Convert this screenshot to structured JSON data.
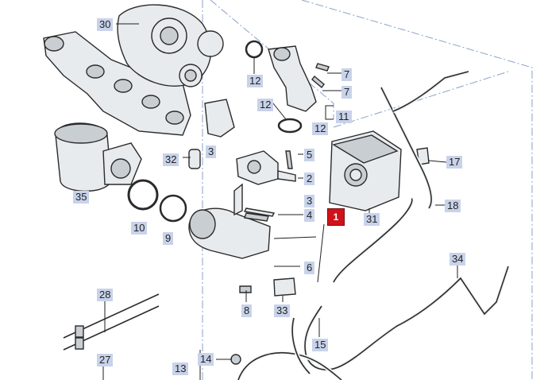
{
  "callouts": {
    "c30": "30",
    "c12a": "12",
    "c7a": "7",
    "c7b": "7",
    "c12b": "12",
    "c11": "11",
    "c12c": "12",
    "c5": "5",
    "c2": "2",
    "c3a": "3",
    "c3b": "3",
    "c4": "4",
    "c1": "1",
    "c31": "31",
    "c17": "17",
    "c18": "18",
    "c32": "32",
    "c35": "35",
    "c10": "10",
    "c9": "9",
    "c6": "6",
    "c34": "34",
    "c8": "8",
    "c33": "33",
    "c28": "28",
    "c15": "15",
    "c14": "14",
    "c13": "13",
    "c27": "27"
  },
  "colors": {
    "callout_bg": "#c8d3ea",
    "highlight": "#d0121b",
    "frame_dash": "#8aa2c8"
  }
}
